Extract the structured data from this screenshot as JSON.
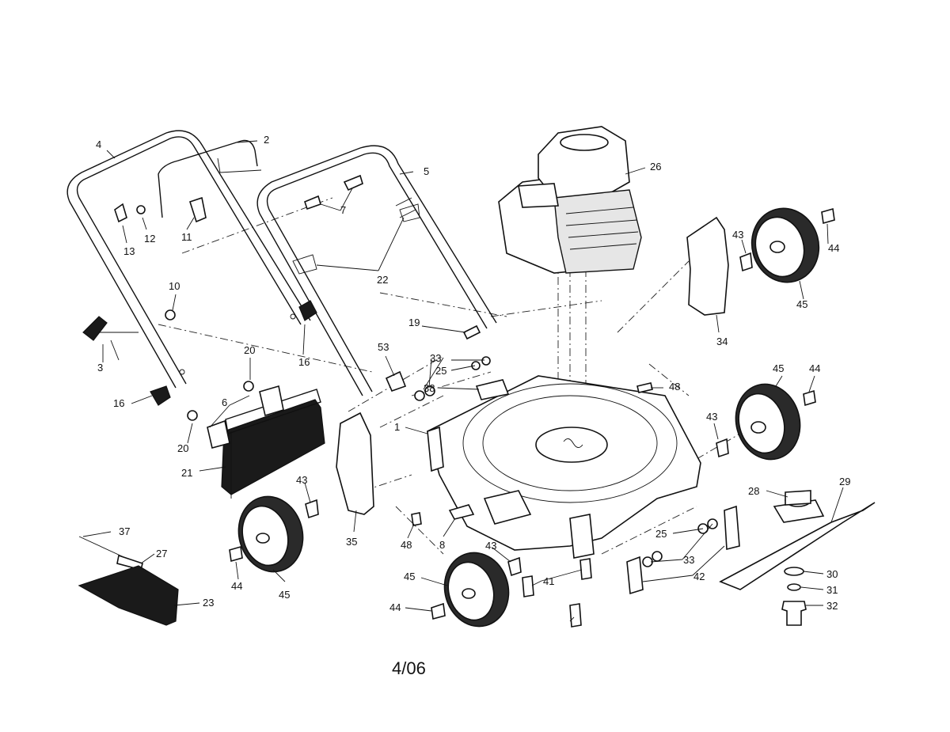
{
  "diagram": {
    "footer_date": "4/06",
    "labels": [
      "1",
      "2",
      "3",
      "4",
      "5",
      "6",
      "7",
      "8",
      "10",
      "11",
      "12",
      "13",
      "16",
      "16",
      "19",
      "20",
      "20",
      "21",
      "22",
      "23",
      "25",
      "25",
      "26",
      "27",
      "28",
      "29",
      "30",
      "31",
      "32",
      "33",
      "33",
      "34",
      "35",
      "37",
      "38",
      "41",
      "42",
      "43",
      "43",
      "43",
      "43",
      "44",
      "44",
      "44",
      "44",
      "45",
      "45",
      "45",
      "45",
      "48",
      "48",
      "53"
    ]
  }
}
